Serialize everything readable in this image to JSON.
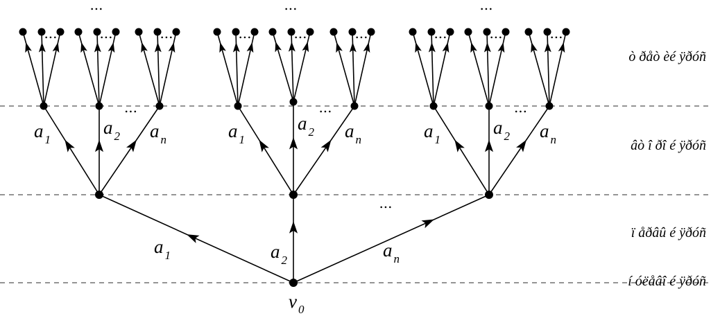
{
  "root": {
    "symbol": "v",
    "subscript": "0"
  },
  "edge_labels": {
    "first": {
      "symbol": "a",
      "subscript": "1"
    },
    "second": {
      "symbol": "a",
      "subscript": "2"
    },
    "last": {
      "symbol": "a",
      "subscript": "n"
    }
  },
  "ellipsis": "...",
  "level_labels": [
    "ò ðåò èé ÿðóñ",
    "âò î ðî é ÿðóñ",
    "ï åðâû é ÿðóñ",
    "í óëåâî é ÿðóñ"
  ],
  "colors": {
    "stroke": "#000000",
    "dashed_line": "#555555",
    "background": "#ffffff"
  }
}
